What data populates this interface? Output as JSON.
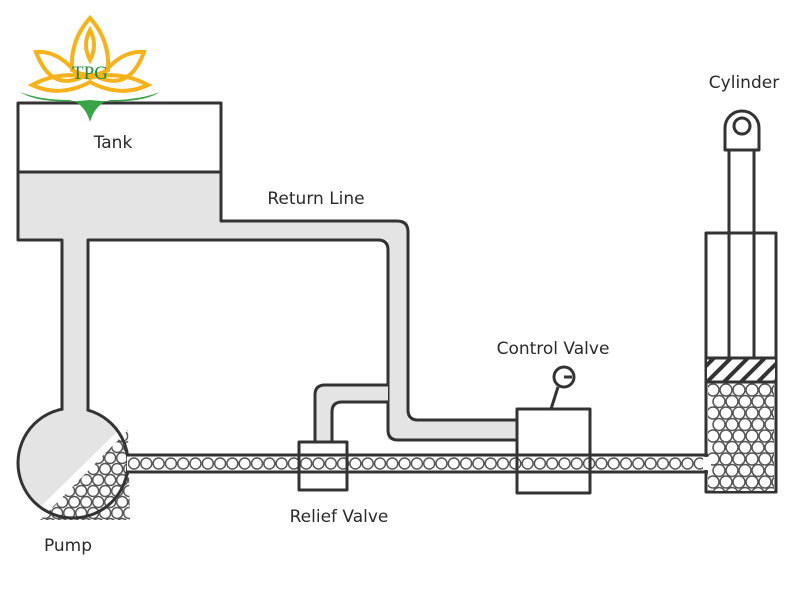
{
  "logo": {
    "text": "TPG",
    "colors": {
      "petal": "#f5b21b",
      "leaf": "#3aa346",
      "text": "#1e8a3c"
    }
  },
  "labels": {
    "tank": "Tank",
    "return_line": "Return Line",
    "control_valve": "Control Valve",
    "cylinder": "Cylinder",
    "relief_valve": "Relief Valve",
    "pump": "Pump"
  },
  "colors": {
    "fluid": "#e4e4e4",
    "outline": "#333333"
  }
}
